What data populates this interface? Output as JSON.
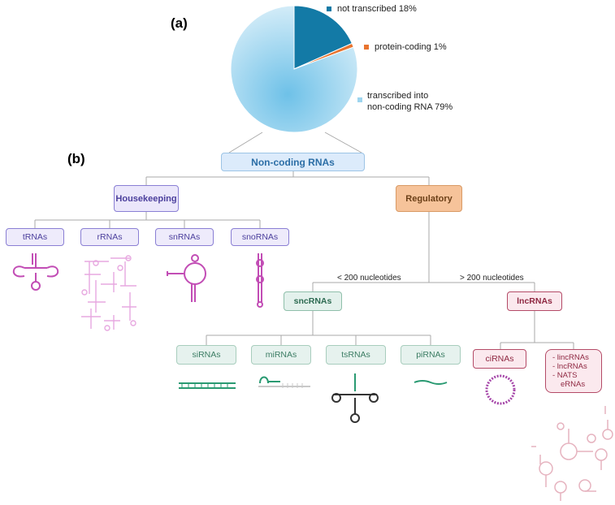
{
  "panel_a": {
    "label": "(a)"
  },
  "panel_b": {
    "label": "(b)"
  },
  "chart_data": {
    "type": "pie",
    "slices": [
      {
        "label": "not transcribed 18%",
        "value": 18,
        "color": "#137aa6"
      },
      {
        "label": "protein-coding 1%",
        "value": 1,
        "color": "#e8742f"
      },
      {
        "label": "transcribed into non-coding RNA  79%",
        "label_lines": [
          "transcribed into",
          "non-coding RNA  79%"
        ],
        "value": 79,
        "color": "#9ed5ef"
      }
    ]
  },
  "tree": {
    "root": "Non-coding RNAs",
    "housekeeping": {
      "label": "Housekeeping",
      "children": [
        "tRNAs",
        "rRNAs",
        "snRNAs",
        "snoRNAs"
      ]
    },
    "regulatory": {
      "label": "Regulatory"
    },
    "small_threshold": "< 200 nucleotides",
    "long_threshold": "> 200 nucleotides",
    "sncrnas": {
      "label": "sncRNAs",
      "children": [
        "siRNAs",
        "miRNAs",
        "tsRNAs",
        "piRNAs"
      ]
    },
    "lncrnas": {
      "label": "lncRNAs",
      "children": [
        "ciRNAs"
      ],
      "list": [
        "- lincRNAs",
        "- lncRNAs",
        "- NATS",
        "eRNAs"
      ]
    }
  },
  "colors": {
    "connector": "#a9a9a9",
    "housekeeping_structure": "#c24db5",
    "sncrna_structure": "#2a9a72",
    "lncrna_structure": "#a545a8"
  }
}
